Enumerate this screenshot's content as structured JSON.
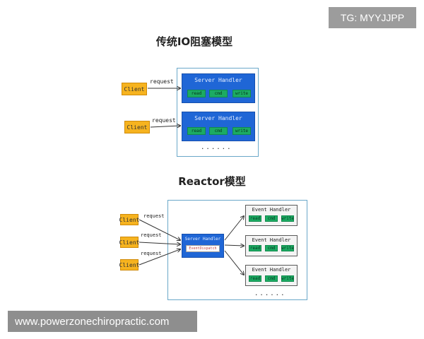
{
  "tag": "TG: MYYJJPP",
  "watermark": "www.powerzonechiropractic.com",
  "blocking": {
    "title": "传统IO阻塞模型",
    "clients": [
      "Client",
      "Client"
    ],
    "request_label": "request",
    "handlers": [
      {
        "title": "Server Handler",
        "ops": [
          "read",
          "cmd",
          "write"
        ]
      },
      {
        "title": "Server Handler",
        "ops": [
          "read",
          "cmd",
          "write"
        ]
      }
    ],
    "ellipsis": "......"
  },
  "reactor": {
    "title": "Reactor模型",
    "clients": [
      "Client",
      "Client",
      "Client"
    ],
    "request_label": "request",
    "server_handler": {
      "title": "Server Handler",
      "dispatch": "EventDispatch"
    },
    "event_handlers": [
      {
        "title": "Event Handler",
        "ops": [
          "read",
          "cmd",
          "write"
        ]
      },
      {
        "title": "Event Handler",
        "ops": [
          "read",
          "cmd",
          "write"
        ]
      },
      {
        "title": "Event Handler",
        "ops": [
          "read",
          "cmd",
          "write"
        ]
      }
    ],
    "ellipsis": "......"
  }
}
